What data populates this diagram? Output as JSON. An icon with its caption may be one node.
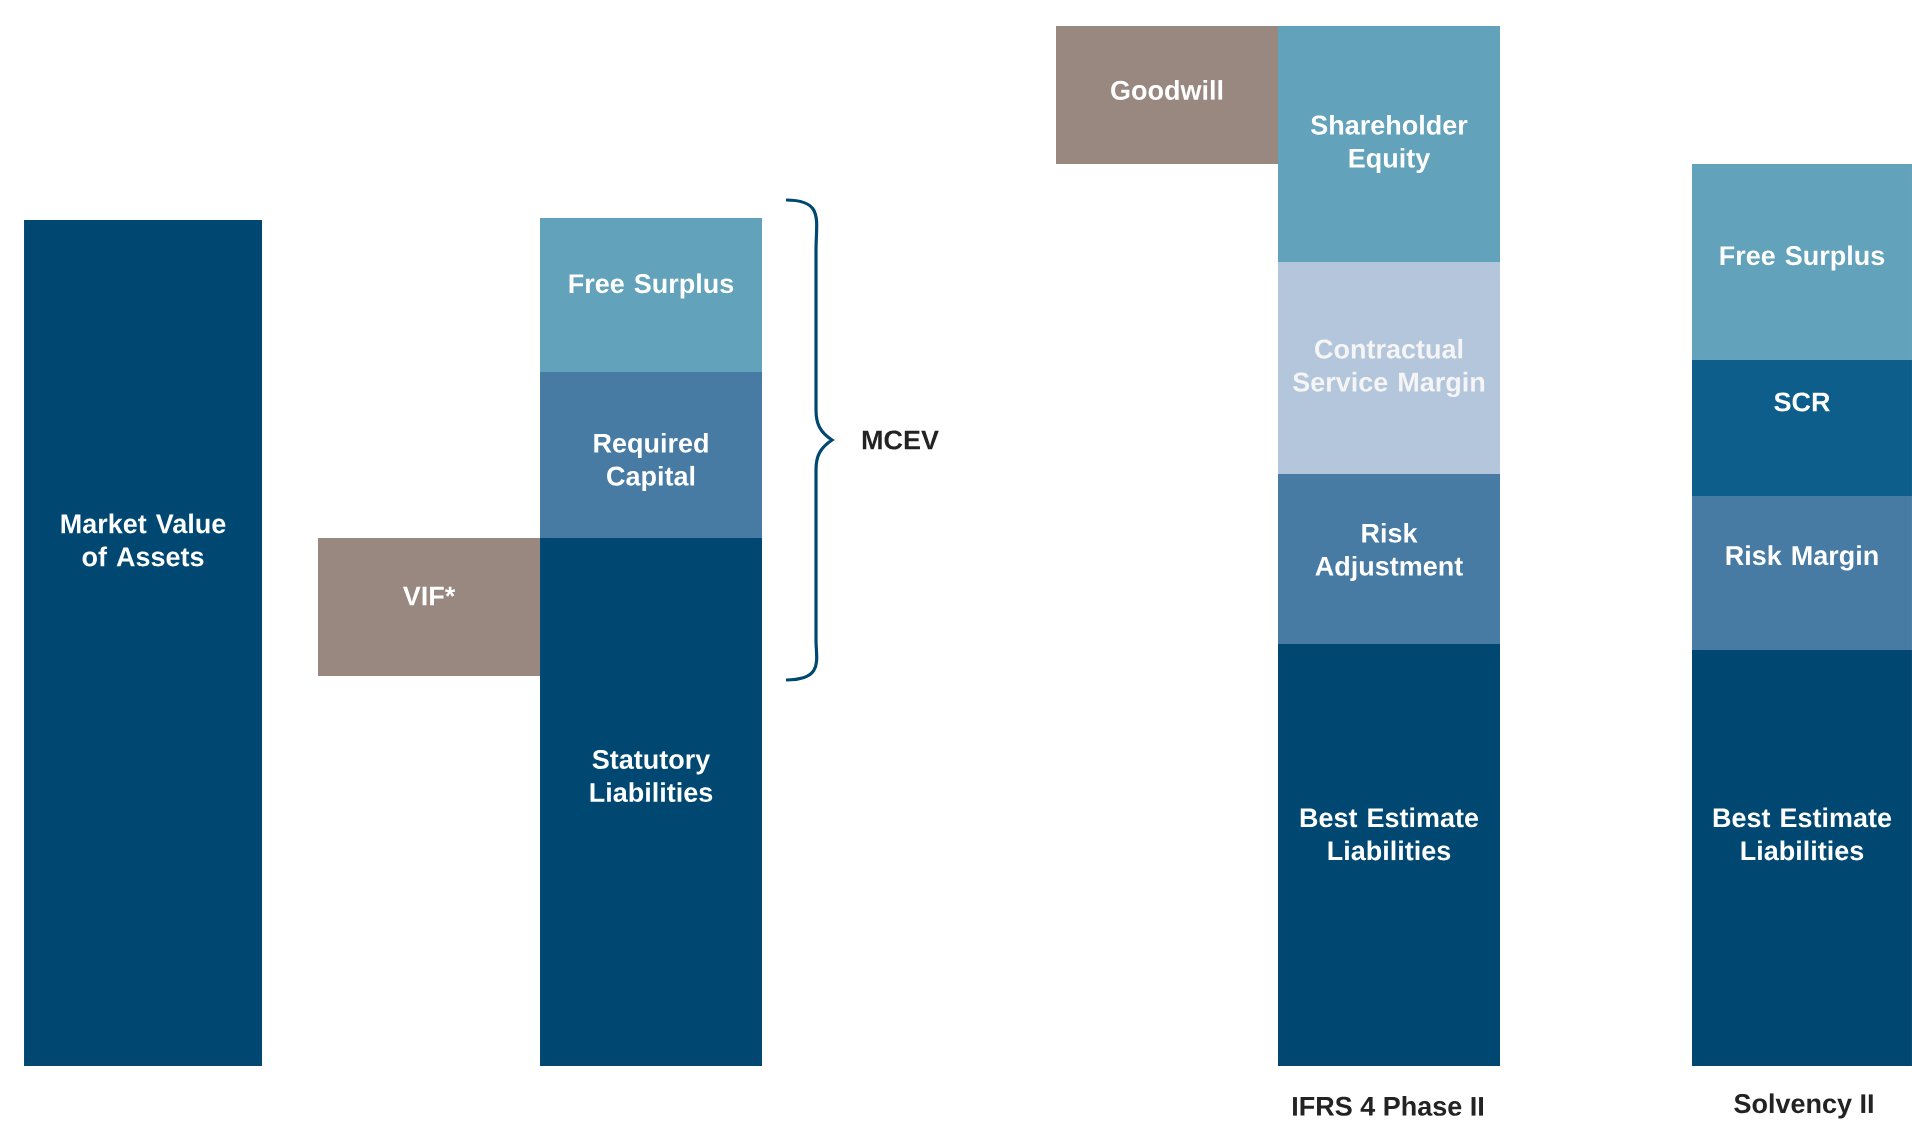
{
  "diagram": {
    "nodes": [
      {
        "text": [
          "Market Value of Assets"
        ]
      },
      {
        "text": [
          "Free Surplus"
        ]
      },
      {
        "text": [
          "Required Capital"
        ]
      },
      {
        "text": [
          "VIF*"
        ]
      },
      {
        "text": [
          "Statutory Liabilities"
        ]
      },
      {
        "text": [
          "Goodwill"
        ]
      },
      {
        "text": [
          "Shareholder Equity"
        ]
      },
      {
        "text": [
          "Contractual Service Margin"
        ]
      },
      {
        "text": [
          "Risk Adjustment"
        ]
      },
      {
        "text": [
          "Best Estimate Liabilities"
        ]
      },
      {
        "text": [
          "Free Surplus"
        ]
      },
      {
        "text": [
          "SCR"
        ]
      },
      {
        "text": [
          "Risk Margin"
        ]
      },
      {
        "text": [
          "Best Estimate Liabilities"
        ]
      }
    ],
    "labels": [
      "MCEV",
      "IFRS 4 Phase II",
      "Solvency II"
    ]
  }
}
